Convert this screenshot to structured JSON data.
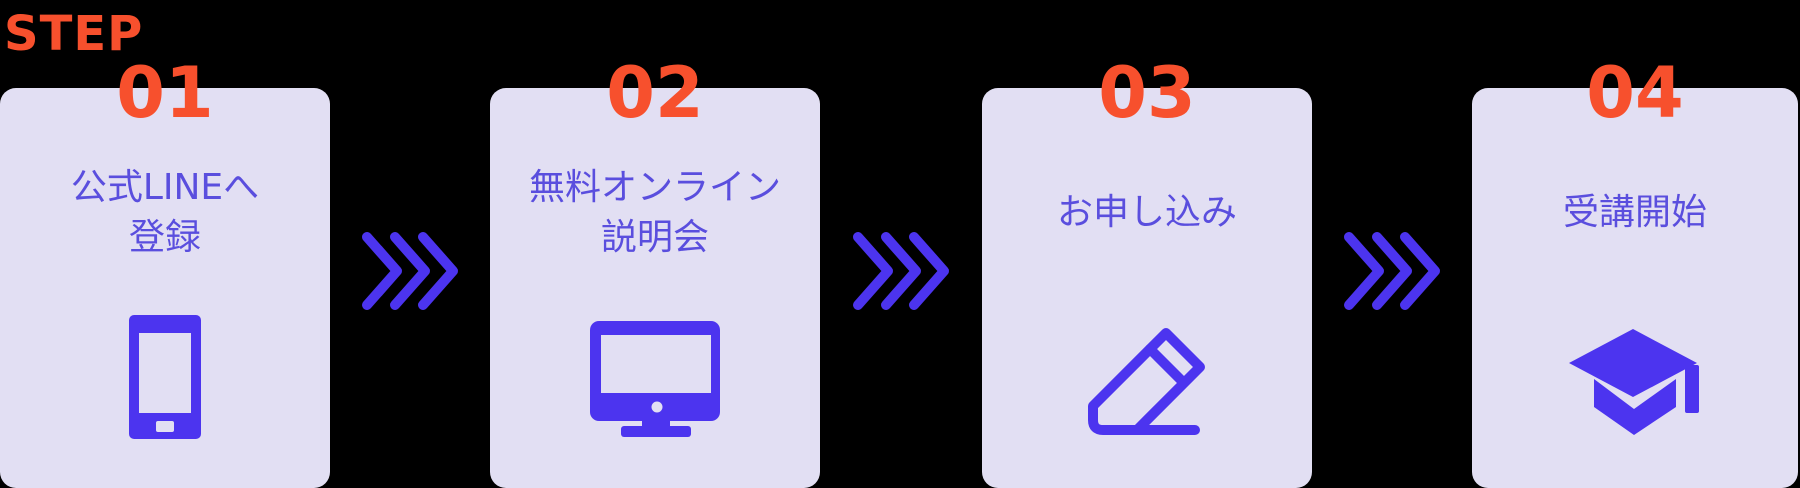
{
  "header": {
    "step_label": "STEP"
  },
  "colors": {
    "background": "#000000",
    "card_background": "#E2DFF3",
    "accent_orange": "#F7502D",
    "icon_purple": "#4C34EF",
    "title_purple": "#5A4EDE"
  },
  "steps": [
    {
      "number": "01",
      "title_lines": [
        "公式LINEへ",
        "登録"
      ],
      "icon": "smartphone-icon"
    },
    {
      "number": "02",
      "title_lines": [
        "無料オンライン",
        "説明会"
      ],
      "icon": "monitor-icon"
    },
    {
      "number": "03",
      "title_lines": [
        "お申し込み"
      ],
      "icon": "pencil-icon"
    },
    {
      "number": "04",
      "title_lines": [
        "受講開始"
      ],
      "icon": "graduation-cap-icon"
    }
  ],
  "separator": {
    "icon": "triple-chevron-right-icon"
  }
}
